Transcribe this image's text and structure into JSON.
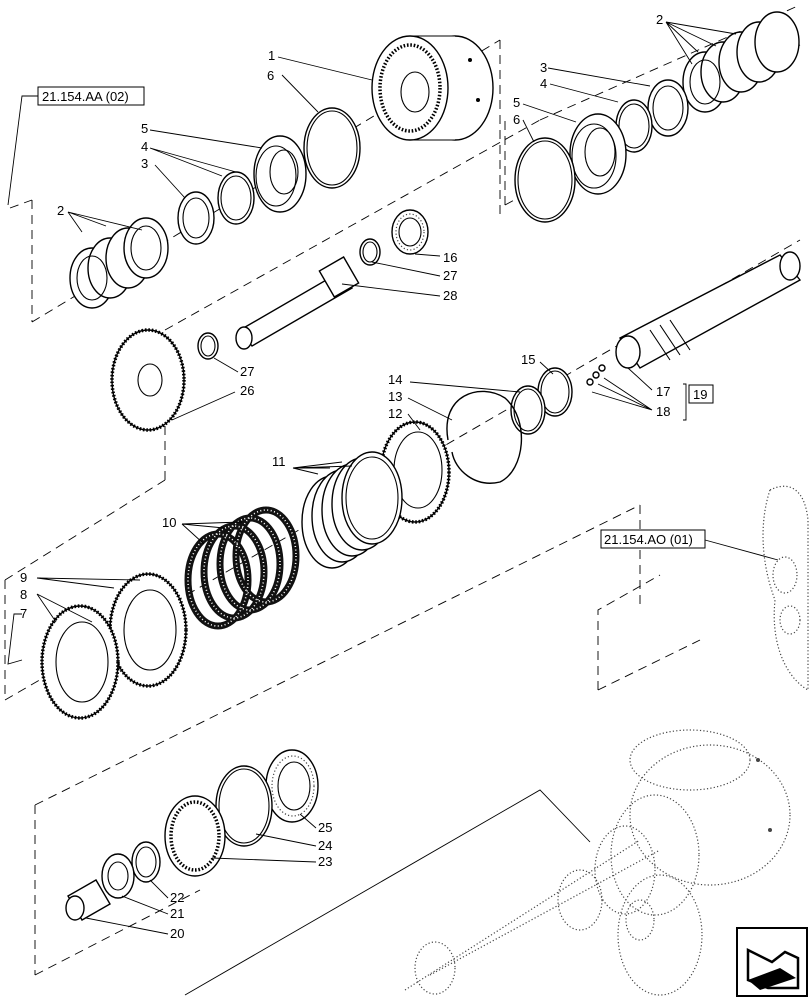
{
  "callout_numbers": {
    "c1": "1",
    "c2a": "2",
    "c2b": "2",
    "c3a": "3",
    "c3b": "3",
    "c4a": "4",
    "c4b": "4",
    "c5a": "5",
    "c5b": "5",
    "c6a": "6",
    "c6b": "6",
    "c7": "7",
    "c8": "8",
    "c9": "9",
    "c10": "10",
    "c11": "11",
    "c12": "12",
    "c13": "13",
    "c14": "14",
    "c15": "15",
    "c16": "16",
    "c17": "17",
    "c18": "18",
    "c19": "19",
    "c20": "20",
    "c21": "21",
    "c22": "22",
    "c23": "23",
    "c24": "24",
    "c25": "25",
    "c26": "26",
    "c27a": "27",
    "c27b": "27",
    "c28": "28"
  },
  "references": {
    "ref_top_left": "21.154.AA (02)",
    "ref_right": "21.154.AO (01)"
  },
  "colors": {
    "ink": "#000000",
    "background": "#ffffff",
    "friction": "#111111"
  },
  "icons": {
    "navigation": "back-arrow-icon"
  }
}
